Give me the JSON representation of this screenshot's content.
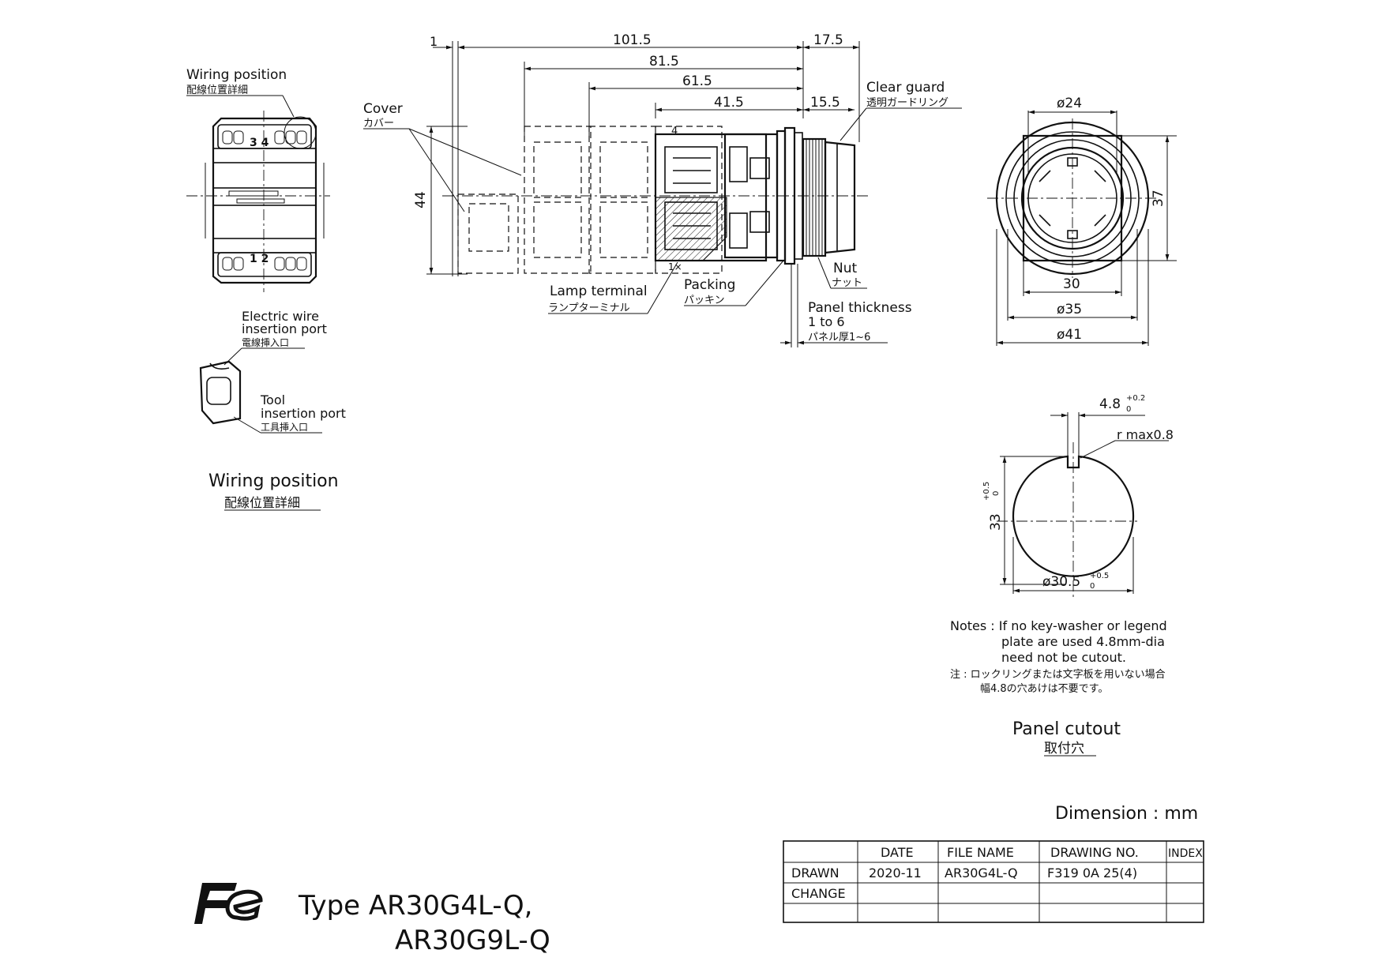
{
  "side_view": {
    "dims": {
      "d1": "1",
      "d101_5": "101.5",
      "d17_5": "17.5",
      "d81_5": "81.5",
      "d61_5": "61.5",
      "d41_5": "41.5",
      "d15_5": "15.5",
      "d44": "44"
    },
    "labels": {
      "cover_en": "Cover",
      "cover_jp": "カバー",
      "clear_guard_en": "Clear guard",
      "clear_guard_jp": "透明ガードリング",
      "lamp_terminal_en": "Lamp terminal",
      "lamp_terminal_jp": "ランプターミナル",
      "packing_en": "Packing",
      "packing_jp": "パッキン",
      "nut_en": "Nut",
      "nut_jp": "ナット",
      "panel_thickness_en": "Panel thickness",
      "panel_thickness_range": "1 to 6",
      "panel_thickness_jp": "パネル厚1~6",
      "terminal_4": "4",
      "terminal_mark": "1×"
    }
  },
  "wiring_detail": {
    "callout_en": "Wiring position",
    "callout_jp": "配線位置詳細",
    "terminals_top": "3 4",
    "terminals_bottom": "1 2",
    "electric_wire_en_1": "Electric wire",
    "electric_wire_en_2": "insertion port",
    "electric_wire_jp": "電線挿入口",
    "tool_en_1": "Tool",
    "tool_en_2": "insertion port",
    "tool_jp": "工具挿入口",
    "caption_en": "Wiring position",
    "caption_jp": "配線位置詳細"
  },
  "front_view": {
    "dia24": "ø24",
    "h37": "37",
    "w30": "30",
    "dia35": "ø35",
    "dia41": "ø41"
  },
  "cutout": {
    "key_width": "4.8",
    "key_tol_upper": "+0.2",
    "key_tol_lower": "0",
    "radius": "r max0.8",
    "height": "33",
    "height_tol_upper": "+0.5",
    "height_tol_lower": "0",
    "diameter": "ø30.5",
    "dia_tol_upper": "+0.5",
    "dia_tol_lower": "0",
    "caption_en": "Panel cutout",
    "caption_jp": "取付穴"
  },
  "notes": {
    "line1": "Notes : If no key-washer or legend",
    "line2": "plate are used 4.8mm-dia",
    "line3": "need not be cutout.",
    "jp_line1": "注 : ロックリングまたは文字板を用いない場合",
    "jp_line2": "幅4.8の穴あけは不要です。"
  },
  "dimension_unit": "Dimension : mm",
  "title_block": {
    "headers": [
      "",
      "DATE",
      "FILE NAME",
      "DRAWING NO.",
      "INDEX"
    ],
    "rows": [
      [
        "DRAWN",
        "2020-11",
        "AR30G4L-Q",
        "F319 0A 25(4)",
        ""
      ],
      [
        "CHANGE",
        "",
        "",
        "",
        ""
      ],
      [
        "",
        "",
        "",
        "",
        ""
      ]
    ]
  },
  "product": {
    "logo_text": "Fe",
    "type_line1": "Type  AR30G4L-Q,",
    "type_line2": "AR30G9L-Q"
  }
}
